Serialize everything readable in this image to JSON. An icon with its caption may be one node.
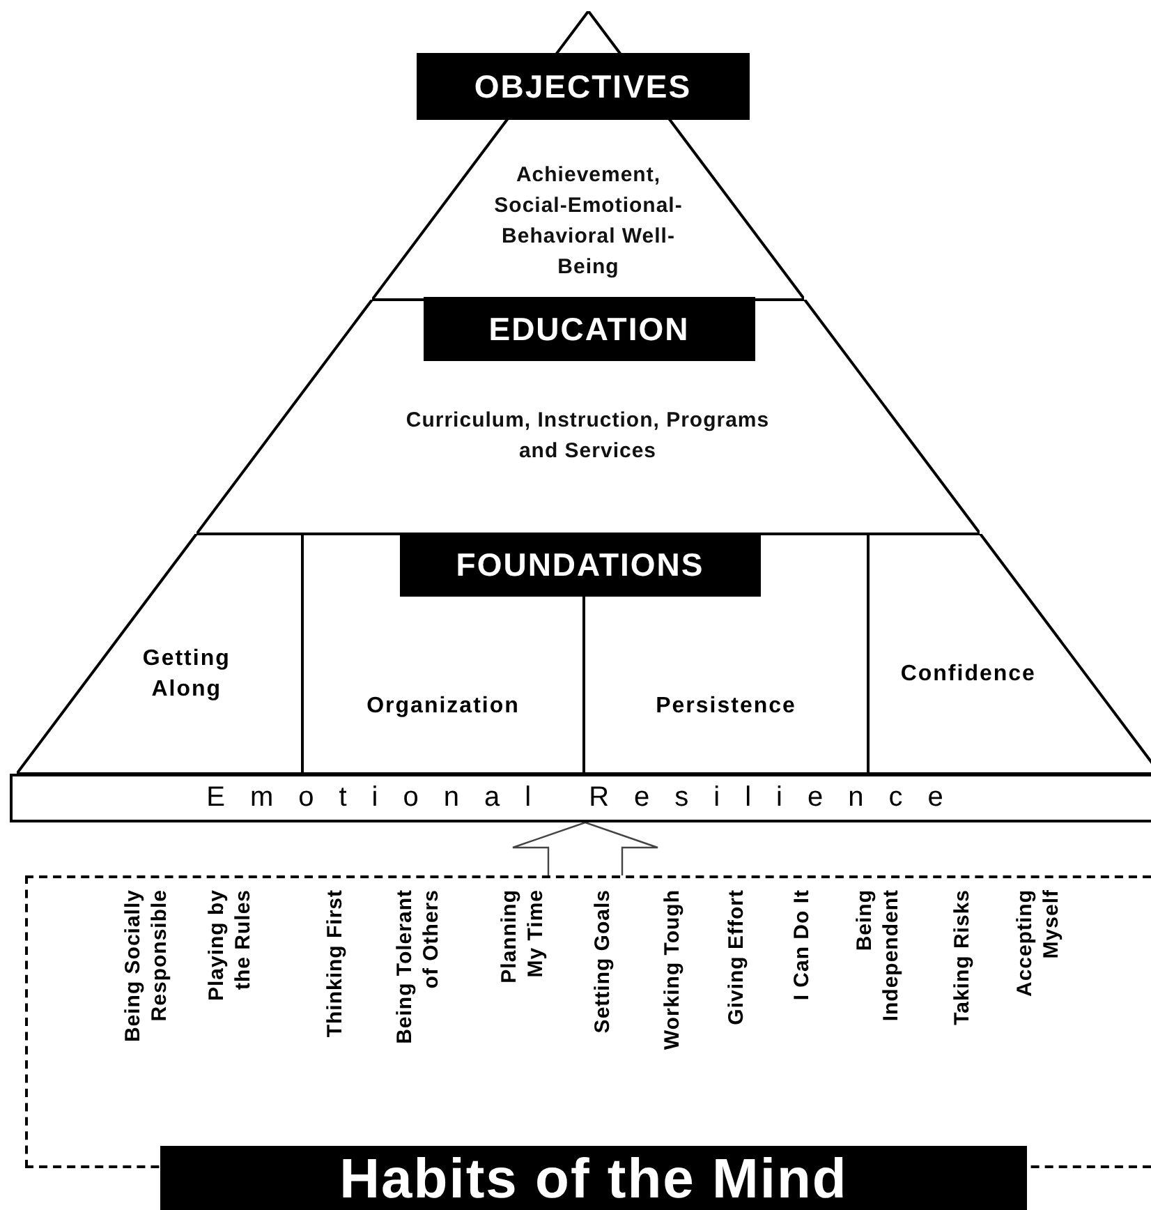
{
  "diagram": {
    "nodes": [
      {
        "text": [
          "OBJECTIVES",
          "Achievement, Social-Emotional-Behavioral Well- Being"
        ]
      },
      {
        "text": [
          "EDUCATION",
          "Curriculum, Instruction, Programs and Services"
        ]
      },
      {
        "text": [
          "FOUNDATIONS"
        ]
      },
      {
        "text": [
          "Getting Along"
        ],
        "in": 2
      },
      {
        "text": [
          "Organization"
        ],
        "in": 2
      },
      {
        "text": [
          "Persistence"
        ],
        "in": 2
      },
      {
        "text": [
          "Confidence"
        ],
        "in": 2
      },
      {
        "text": [
          "Emotional Resilience"
        ]
      },
      {
        "text": [
          "Habits of the Mind"
        ]
      }
    ],
    "edges": [
      {
        "from": 8,
        "to": 7,
        "arrow": "to"
      }
    ],
    "labels": [
      "Being Socially Responsible",
      "Playing by the Rules",
      "Thinking First",
      "Being Tolerant of Others",
      "Planning My Time",
      "Setting Goals",
      "Working Tough",
      "Giving Effort",
      "I Can Do It",
      "Being Independent",
      "Taking Risks",
      "Accepting Myself"
    ]
  }
}
